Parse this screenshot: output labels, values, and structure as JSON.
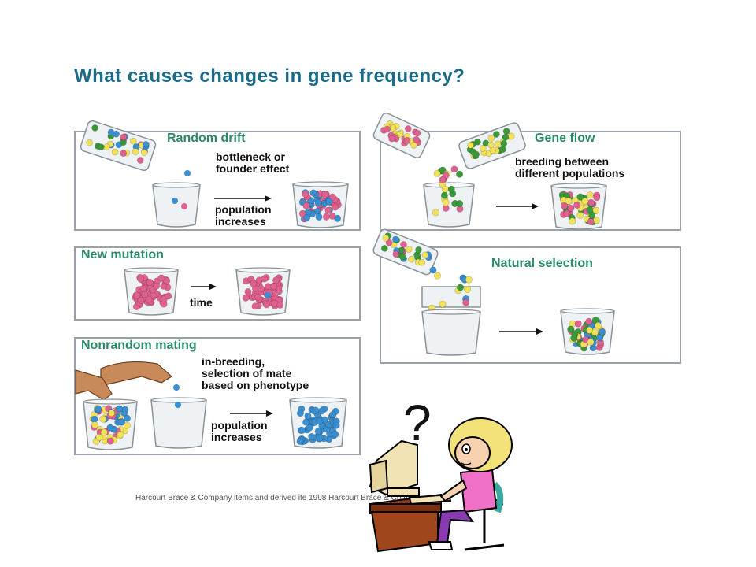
{
  "title": "What causes changes in gene frequency?",
  "panels": {
    "random_drift": {
      "title": "Random drift",
      "note": "bottleneck or\nfounder effect",
      "result": "population\nincreases"
    },
    "gene_flow": {
      "title": "Gene flow",
      "note": "breeding between\ndifferent populations"
    },
    "new_mutation": {
      "title": "New mutation",
      "note": "time"
    },
    "natural_selection": {
      "title": "Natural selection"
    },
    "nonrandom_mating": {
      "title": "Nonrandom mating",
      "note": "in-breeding,\nselection of mate\nbased on phenotype",
      "result": "population\nincreases"
    }
  },
  "copyright": "Harcourt Brace & Company items and derived ite          1998 Harcourt Brace & Company",
  "cartoon": {
    "question_mark": "?"
  },
  "colors": {
    "title": "#1a6b8a",
    "panel_title": "#2a8a66",
    "pink": "#e0608f",
    "blue": "#3a8fd0",
    "yellow": "#f2e25a",
    "green": "#3a9a3a",
    "grey": "#cfd4d8"
  }
}
